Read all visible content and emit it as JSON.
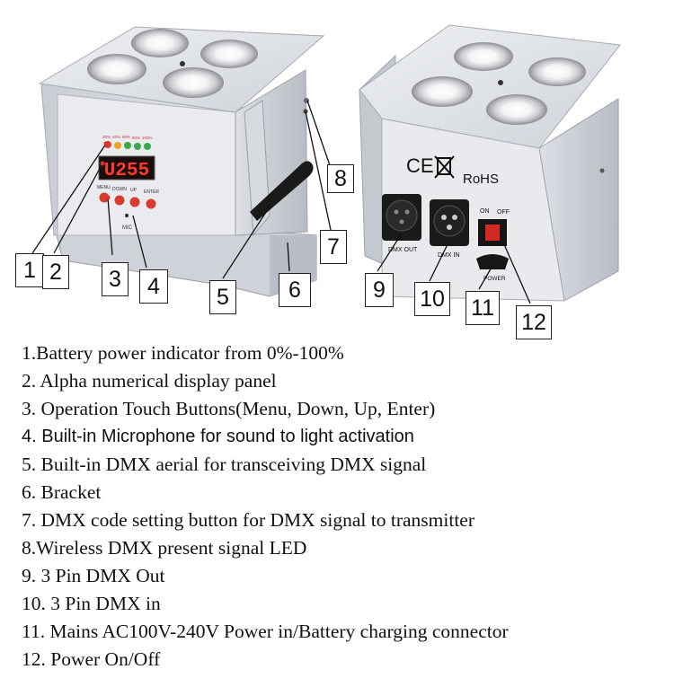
{
  "device_labels": {
    "display_readout": "U255",
    "battery_percent_marks": [
      "20%",
      "40%",
      "60%",
      "80%",
      "100%"
    ],
    "button_labels": [
      "MENU",
      "DOWN",
      "UP",
      "ENTER"
    ],
    "mic_label": "MIC",
    "dmx_out_label": "DMX OUT",
    "dmx_in_label": "DMX IN",
    "switch_on_label": "ON",
    "switch_off_label": "OFF",
    "power_label": "POWER",
    "rohs_label": "RoHS",
    "ce_label": "CE"
  },
  "callouts": [
    "1",
    "2",
    "3",
    "4",
    "5",
    "6",
    "7",
    "8",
    "9",
    "10",
    "11",
    "12"
  ],
  "legend": [
    "1.Battery power indicator from 0%-100%",
    "2. Alpha numerical display panel",
    "3. Operation Touch Buttons(Menu, Down, Up, Enter)",
    "4. Built-in Microphone for sound to light activation",
    "5. Built-in DMX aerial for transceiving DMX signal",
    "6. Bracket",
    "7. DMX code setting button for DMX signal to transmitter",
    "8.Wireless DMX present signal LED",
    "9. 3 Pin DMX Out",
    "10. 3 Pin DMX in",
    "11. Mains AC100V-240V Power in/Battery charging connector",
    "12. Power On/Off"
  ]
}
